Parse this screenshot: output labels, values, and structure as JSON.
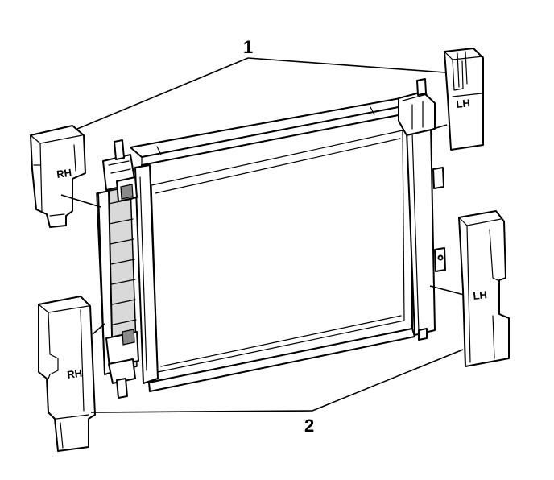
{
  "callouts": {
    "one": "1",
    "two": "2"
  },
  "part_labels": {
    "upper_right_side": "RH",
    "upper_left_side": "LH",
    "lower_right_side": "RH",
    "lower_left_side": "LH"
  }
}
